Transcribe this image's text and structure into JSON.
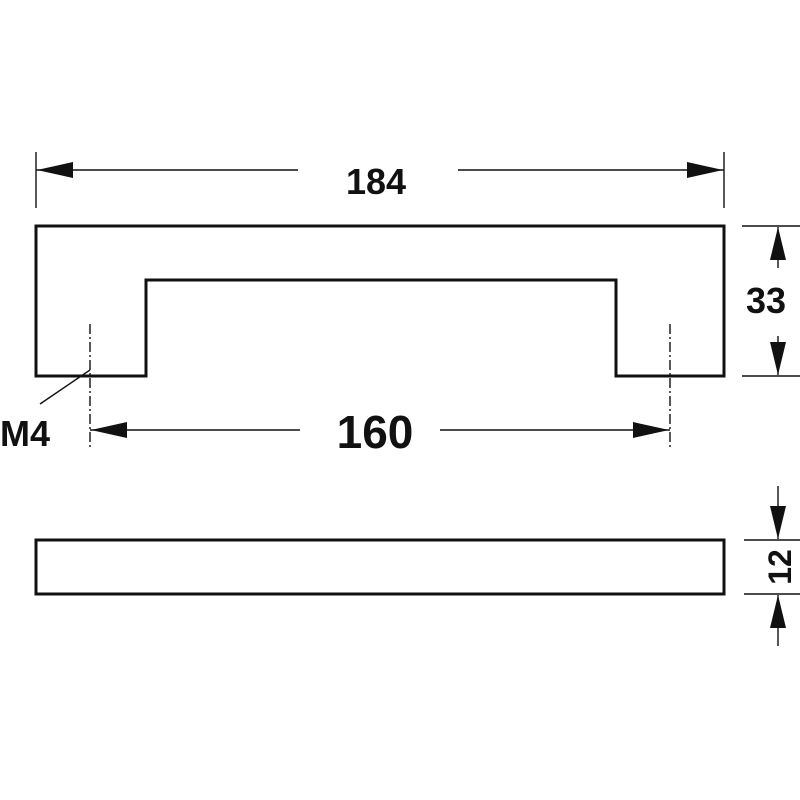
{
  "drawing": {
    "overall_length": "184",
    "height": "33",
    "hole_spacing": "160",
    "thread": "M4",
    "thickness": "12"
  },
  "colors": {
    "line": "#111111",
    "background": "#ffffff"
  }
}
